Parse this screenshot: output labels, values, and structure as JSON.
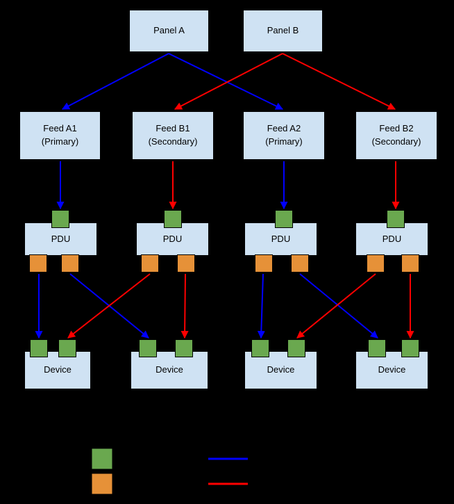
{
  "diagram": {
    "panels": [
      {
        "label": "Panel A"
      },
      {
        "label": "Panel B"
      }
    ],
    "feeds": [
      {
        "name": "Feed A1",
        "role": "(Primary)"
      },
      {
        "name": "Feed B1",
        "role": "(Secondary)"
      },
      {
        "name": "Feed A2",
        "role": "(Primary)"
      },
      {
        "name": "Feed B2",
        "role": "(Secondary)"
      }
    ],
    "pdus": [
      {
        "label": "PDU"
      },
      {
        "label": "PDU"
      },
      {
        "label": "PDU"
      },
      {
        "label": "PDU"
      }
    ],
    "devices": [
      {
        "label": "Device"
      },
      {
        "label": "Device"
      },
      {
        "label": "Device"
      },
      {
        "label": "Device"
      }
    ],
    "ports": {
      "input": {
        "name": "power-input-port",
        "color": "#6aa84f"
      },
      "output": {
        "name": "power-output-port",
        "color": "#e69138"
      }
    },
    "paths": {
      "primary": {
        "color": "#0000ff"
      },
      "secondary": {
        "color": "#ff0000"
      }
    },
    "colors": {
      "background": "#000000",
      "node_fill": "#cfe2f3",
      "node_border": "#000000",
      "text": "#000000"
    },
    "legend": {
      "swatches": [
        {
          "type": "square",
          "name": "input-port-swatch",
          "color": "#6aa84f"
        },
        {
          "type": "square",
          "name": "output-port-swatch",
          "color": "#e69138"
        },
        {
          "type": "line",
          "name": "primary-path-swatch",
          "color": "#0000ff"
        },
        {
          "type": "line",
          "name": "secondary-path-swatch",
          "color": "#ff0000"
        }
      ]
    }
  }
}
